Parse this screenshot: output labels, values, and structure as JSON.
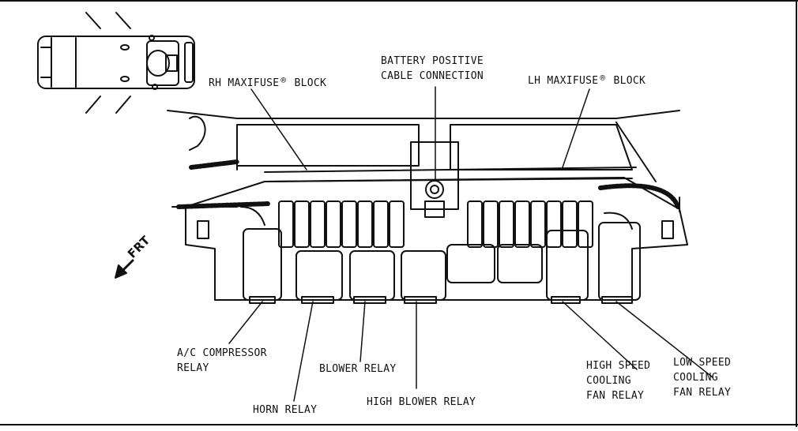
{
  "labels": {
    "rh_maxifuse": {
      "text": "RH MAXIFUSE",
      "mark": "®",
      "suffix": "BLOCK"
    },
    "lh_maxifuse": {
      "text": "LH MAXIFUSE",
      "mark": "®",
      "suffix": "BLOCK"
    },
    "battery": {
      "line1": "BATTERY POSITIVE",
      "line2": "CABLE CONNECTION"
    },
    "frt": "FRT",
    "ac_compressor": {
      "line1": "A/C COMPRESSOR",
      "line2": "RELAY"
    },
    "horn": "HORN RELAY",
    "blower": "BLOWER RELAY",
    "high_blower": "HIGH BLOWER RELAY",
    "high_speed_fan": {
      "line1": "HIGH SPEED",
      "line2": "COOLING",
      "line3": "FAN RELAY"
    },
    "low_speed_fan": {
      "line1": "LOW SPEED",
      "line2": "COOLING",
      "line3": "FAN RELAY"
    }
  }
}
